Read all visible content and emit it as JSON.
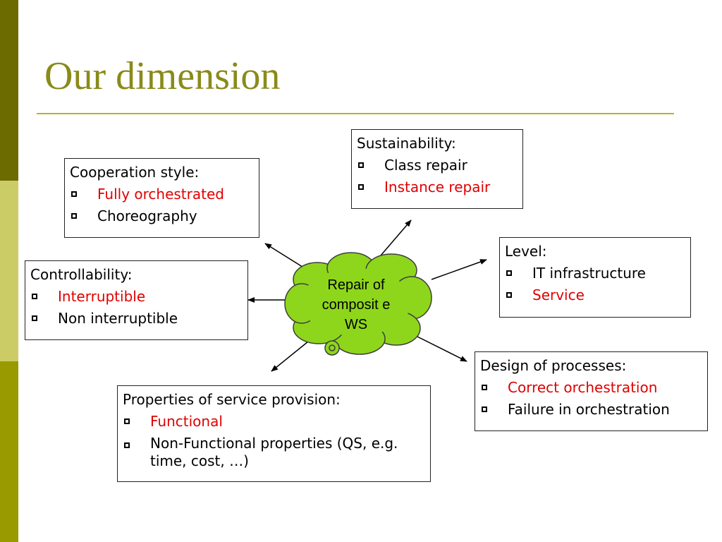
{
  "slide": {
    "title": "Our dimension",
    "center_label": "Repair of composit e WS"
  },
  "colors": {
    "title": "#8a8a1a",
    "rule": "#b5b52a",
    "highlight": "#e00000",
    "cloud_fill": "#8ed61c"
  },
  "boxes": {
    "sustainability": {
      "heading": "Sustainability:",
      "items": [
        {
          "label": "Class repair"
        },
        {
          "label": "Instance repair"
        }
      ]
    },
    "cooperation": {
      "heading": "Cooperation style:",
      "items": [
        {
          "label": "Fully orchestrated"
        },
        {
          "label": "Choreography"
        }
      ]
    },
    "level": {
      "heading": "Level:",
      "items": [
        {
          "label": "IT infrastructure"
        },
        {
          "label": "Service"
        }
      ]
    },
    "controllability": {
      "heading": "Controllability:",
      "items": [
        {
          "label": "Interruptible"
        },
        {
          "label": "Non interruptible"
        }
      ]
    },
    "design": {
      "heading": "Design of processes:",
      "items": [
        {
          "label": "Correct orchestration"
        },
        {
          "label": "Failure in orchestration"
        }
      ]
    },
    "properties": {
      "heading": "Properties of service provision:",
      "items": [
        {
          "label": "Functional"
        },
        {
          "label": "Non-Functional properties (QS, e.g. time, cost, …)"
        }
      ]
    }
  }
}
